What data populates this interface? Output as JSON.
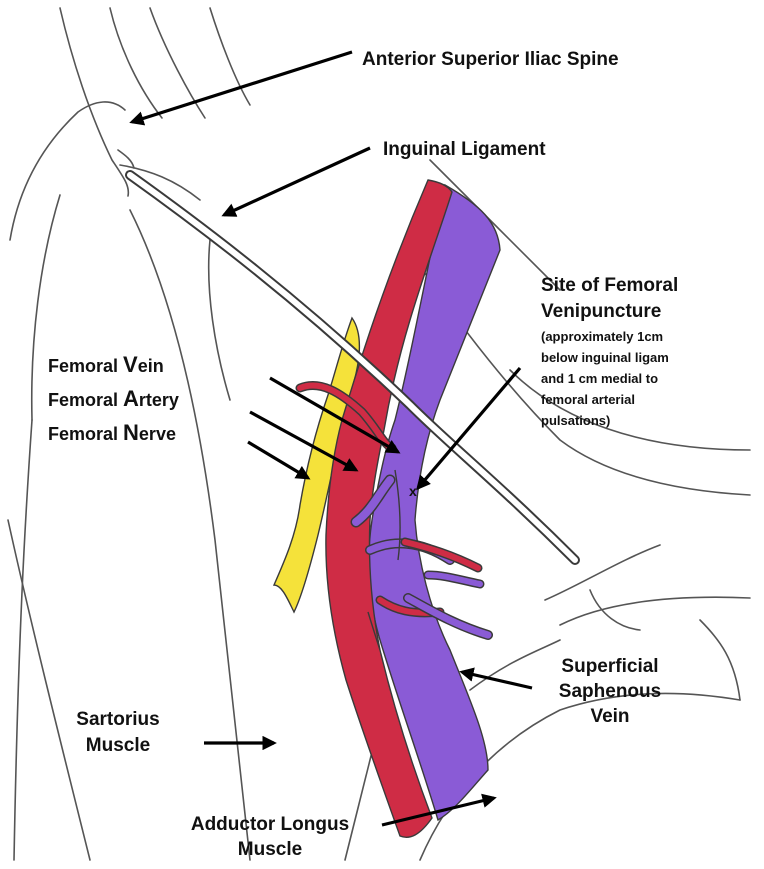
{
  "diagram": {
    "colors": {
      "artery": "#cf2c45",
      "vein": "#8a5bd6",
      "nerve": "#f5e23a",
      "outline": "#555555",
      "background": "#ffffff"
    },
    "labels": {
      "asis": "Anterior Superior Iliac Spine",
      "inguinal_ligament": "Inguinal Ligament",
      "site_line1": "Site of Femoral",
      "site_line2": "Venipuncture",
      "site_note1": "(approximately 1cm",
      "site_note2": "below inguinal ligam",
      "site_note3": "and 1 cm medial to",
      "site_note4": "femoral arterial",
      "site_note5": "pulsations)",
      "femoral_vein_prefix": "Femoral ",
      "femoral_vein_initial": "V",
      "femoral_vein_rest": "ein",
      "femoral_artery_prefix": "Femoral ",
      "femoral_artery_initial": "A",
      "femoral_artery_rest": "rtery",
      "femoral_nerve_prefix": "Femoral ",
      "femoral_nerve_initial": "N",
      "femoral_nerve_rest": "erve",
      "saphenous_line1": "Superficial",
      "saphenous_line2": "Saphenous",
      "saphenous_line3": "Vein",
      "sartorius_line1": "Sartorius",
      "sartorius_line2": "Muscle",
      "adductor_line1": "Adductor Longus",
      "adductor_line2": "Muscle",
      "puncture_mark": "x"
    }
  }
}
